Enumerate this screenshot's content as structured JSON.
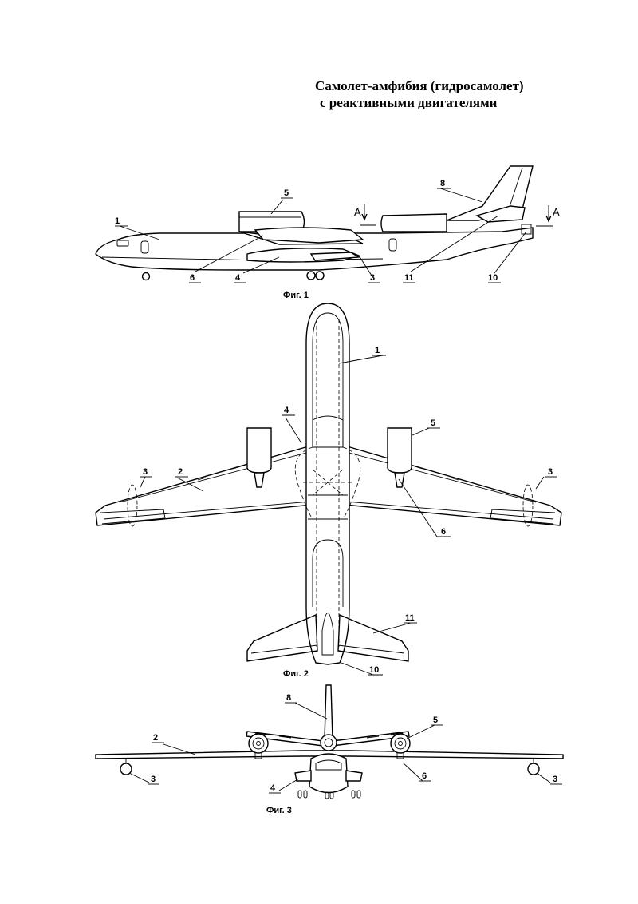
{
  "title": {
    "line1": "Самолет-амфибия (гидросамолет)",
    "line2": "с реактивными двигателями"
  },
  "section_mark": "A",
  "figures": [
    {
      "caption": "Фиг. 1",
      "labels": [
        "1",
        "5",
        "8",
        "6",
        "4",
        "3",
        "11",
        "10"
      ]
    },
    {
      "caption": "Фиг. 2",
      "labels": [
        "1",
        "4",
        "5",
        "2",
        "3",
        "3",
        "6",
        "11",
        "10"
      ]
    },
    {
      "caption": "Фиг. 3",
      "labels": [
        "8",
        "5",
        "2",
        "6",
        "3",
        "3",
        "4"
      ]
    }
  ]
}
